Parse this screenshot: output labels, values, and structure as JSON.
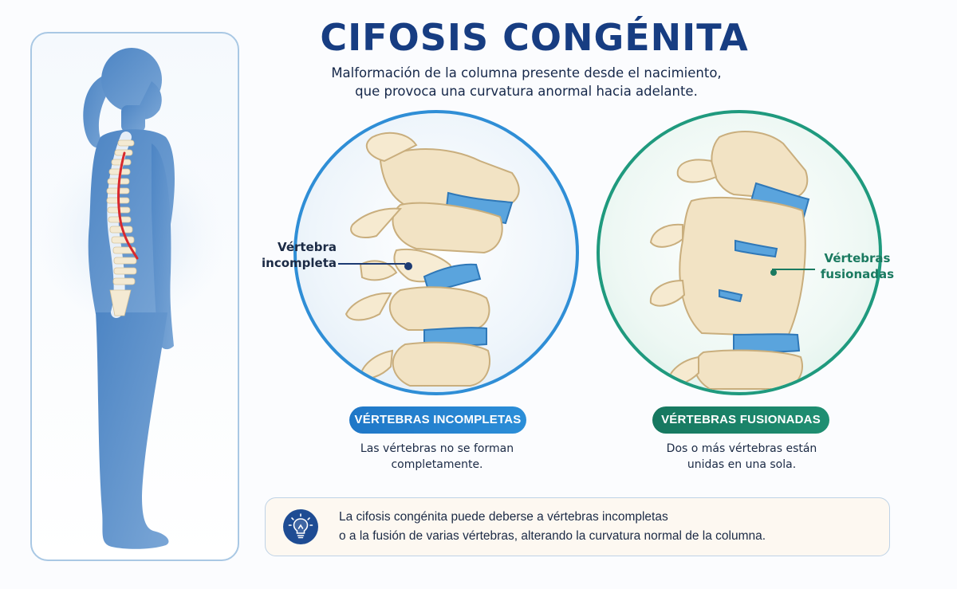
{
  "header": {
    "title": "CIFOSIS CONGÉNITA",
    "subtitle_line1": "Malformación de la columna presente desde el nacimiento,",
    "subtitle_line2": "que provoca una curvatura anormal hacia adelante."
  },
  "left_panel": {
    "callout_line1": "Vértebra",
    "callout_line2": "incompleta",
    "badge": "VÉRTEBRAS INCOMPLETAS",
    "caption_line1": "Las vértebras no se forman",
    "caption_line2": "completamente."
  },
  "right_panel": {
    "callout_line1": "Vértebras",
    "callout_line2": "fusionadas",
    "badge": "VÉRTEBRAS FUSIONADAS",
    "caption_line1": "Dos o más vértebras están",
    "caption_line2": "unidas en una sola."
  },
  "info": {
    "line1": "La cifosis congénita puede deberse a vértebras incompletas",
    "line2_part1": "o a la fusión de varias vértebras,",
    "line2_part2": " alterando la curvatura normal de la columna."
  },
  "colors": {
    "title_blue": "#173d82",
    "incomplete_blue": "#2f8ed6",
    "fused_green": "#1f9a7e",
    "body_silhouette": "#4f86c2",
    "curve_red": "#d8282c",
    "bone": "#f2e3c4",
    "disc_blue": "#4f9bd8"
  },
  "icons": {
    "info_icon": "lightbulb-icon"
  }
}
